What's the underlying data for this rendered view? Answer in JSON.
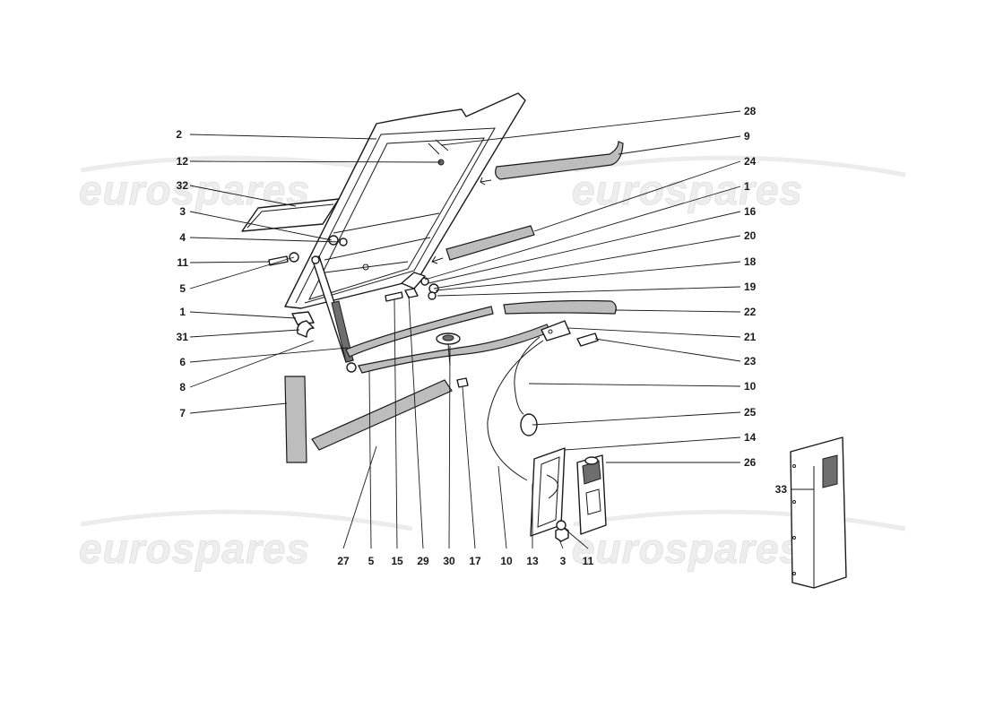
{
  "watermark": {
    "text": "eurospares"
  },
  "callouts": {
    "left": [
      "2",
      "12",
      "32",
      "3",
      "4",
      "11",
      "5",
      "1",
      "31",
      "6",
      "8",
      "7"
    ],
    "right": [
      "28",
      "9",
      "24",
      "1",
      "16",
      "20",
      "18",
      "19",
      "22",
      "21",
      "23",
      "10",
      "25",
      "14",
      "26",
      "33"
    ],
    "bottom": [
      "27",
      "5",
      "15",
      "29",
      "30",
      "17",
      "10",
      "13",
      "3",
      "11"
    ]
  }
}
